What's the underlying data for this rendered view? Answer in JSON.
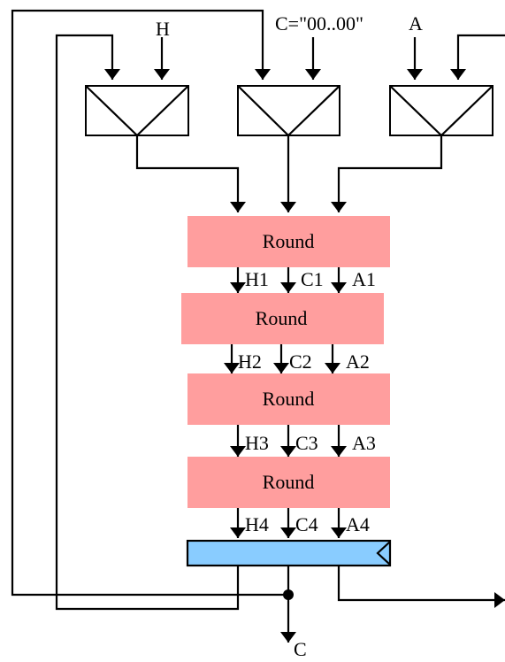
{
  "colors": {
    "round_fill": "#ff9e9e",
    "register_fill": "#89ccff",
    "line": "#000000",
    "background": "#ffffff"
  },
  "inputs": {
    "h": "H",
    "c": "C=\"00..00\"",
    "a": "A"
  },
  "rounds": [
    {
      "label": "Round"
    },
    {
      "label": "Round"
    },
    {
      "label": "Round"
    },
    {
      "label": "Round"
    }
  ],
  "stage_outputs": [
    {
      "h": "H1",
      "c": "C1",
      "a": "A1"
    },
    {
      "h": "H2",
      "c": "C2",
      "a": "A2"
    },
    {
      "h": "H3",
      "c": "C3",
      "a": "A3"
    },
    {
      "h": "H4",
      "c": "C4",
      "a": "A4"
    }
  ],
  "output": {
    "label": "C"
  },
  "icons": [
    "multiplexer-icon",
    "register-clock-icon",
    "arrowhead-icon",
    "junction-dot-icon"
  ]
}
